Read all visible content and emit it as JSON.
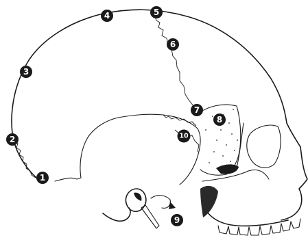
{
  "markers": [
    {
      "id": "marker-1",
      "label": "1"
    },
    {
      "id": "marker-2",
      "label": "2"
    },
    {
      "id": "marker-3",
      "label": "3"
    },
    {
      "id": "marker-4",
      "label": "4"
    },
    {
      "id": "marker-5",
      "label": "5"
    },
    {
      "id": "marker-6",
      "label": "6"
    },
    {
      "id": "marker-7",
      "label": "7"
    },
    {
      "id": "marker-8",
      "label": "8"
    },
    {
      "id": "marker-9",
      "label": "9"
    },
    {
      "id": "marker-10",
      "label": "10"
    }
  ]
}
